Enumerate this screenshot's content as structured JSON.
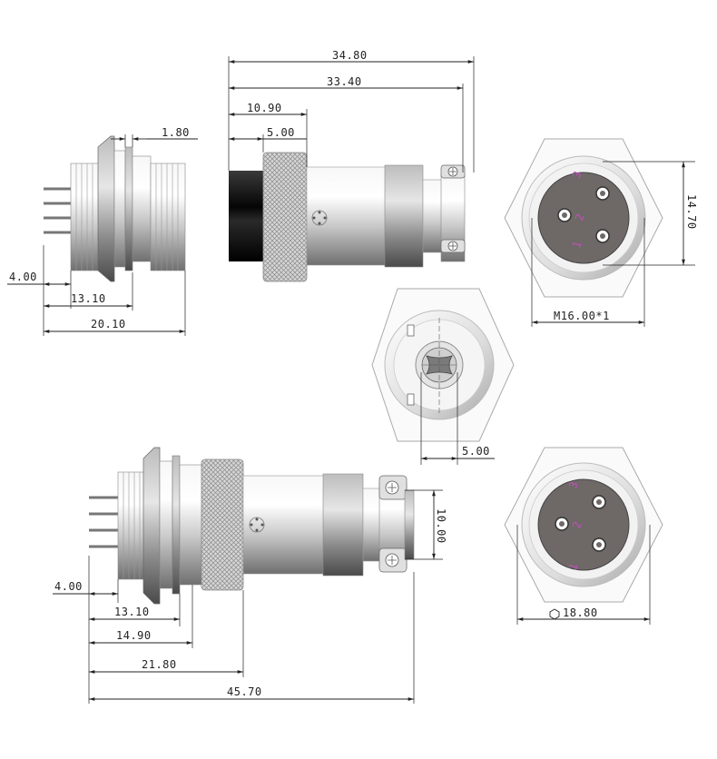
{
  "dimensions": {
    "top_view": {
      "overall_length": "34.80",
      "body_length": "33.40",
      "nut_length": "10.90",
      "nut_offset": "5.00"
    },
    "left_socket": {
      "flange": "1.80",
      "pin_length": "4.00",
      "thread_length": "13.10",
      "total_length": "20.10"
    },
    "face_view_top": {
      "height": "14.70",
      "thread": "M16.00*1"
    },
    "rear_view": {
      "width": "5.00"
    },
    "bottom_view": {
      "cable_diameter": "10.00",
      "pin_length": "4.00",
      "thread_length": "13.10",
      "flange_length": "14.90",
      "socket_length": "21.80",
      "total_length": "45.70"
    },
    "face_view_bottom": {
      "hex_size": "18.80"
    }
  },
  "pin_labels": {
    "top": [
      "3",
      "2",
      "1"
    ],
    "bottom": [
      "3",
      "2",
      "1"
    ]
  },
  "colors": {
    "metal_light": "#eeeeee",
    "metal_dark": "#8a8a8a",
    "insulator": "#6e6866",
    "pin_label": "#c050c0"
  },
  "icons": {
    "hex_symbol": "hexagon-icon"
  }
}
